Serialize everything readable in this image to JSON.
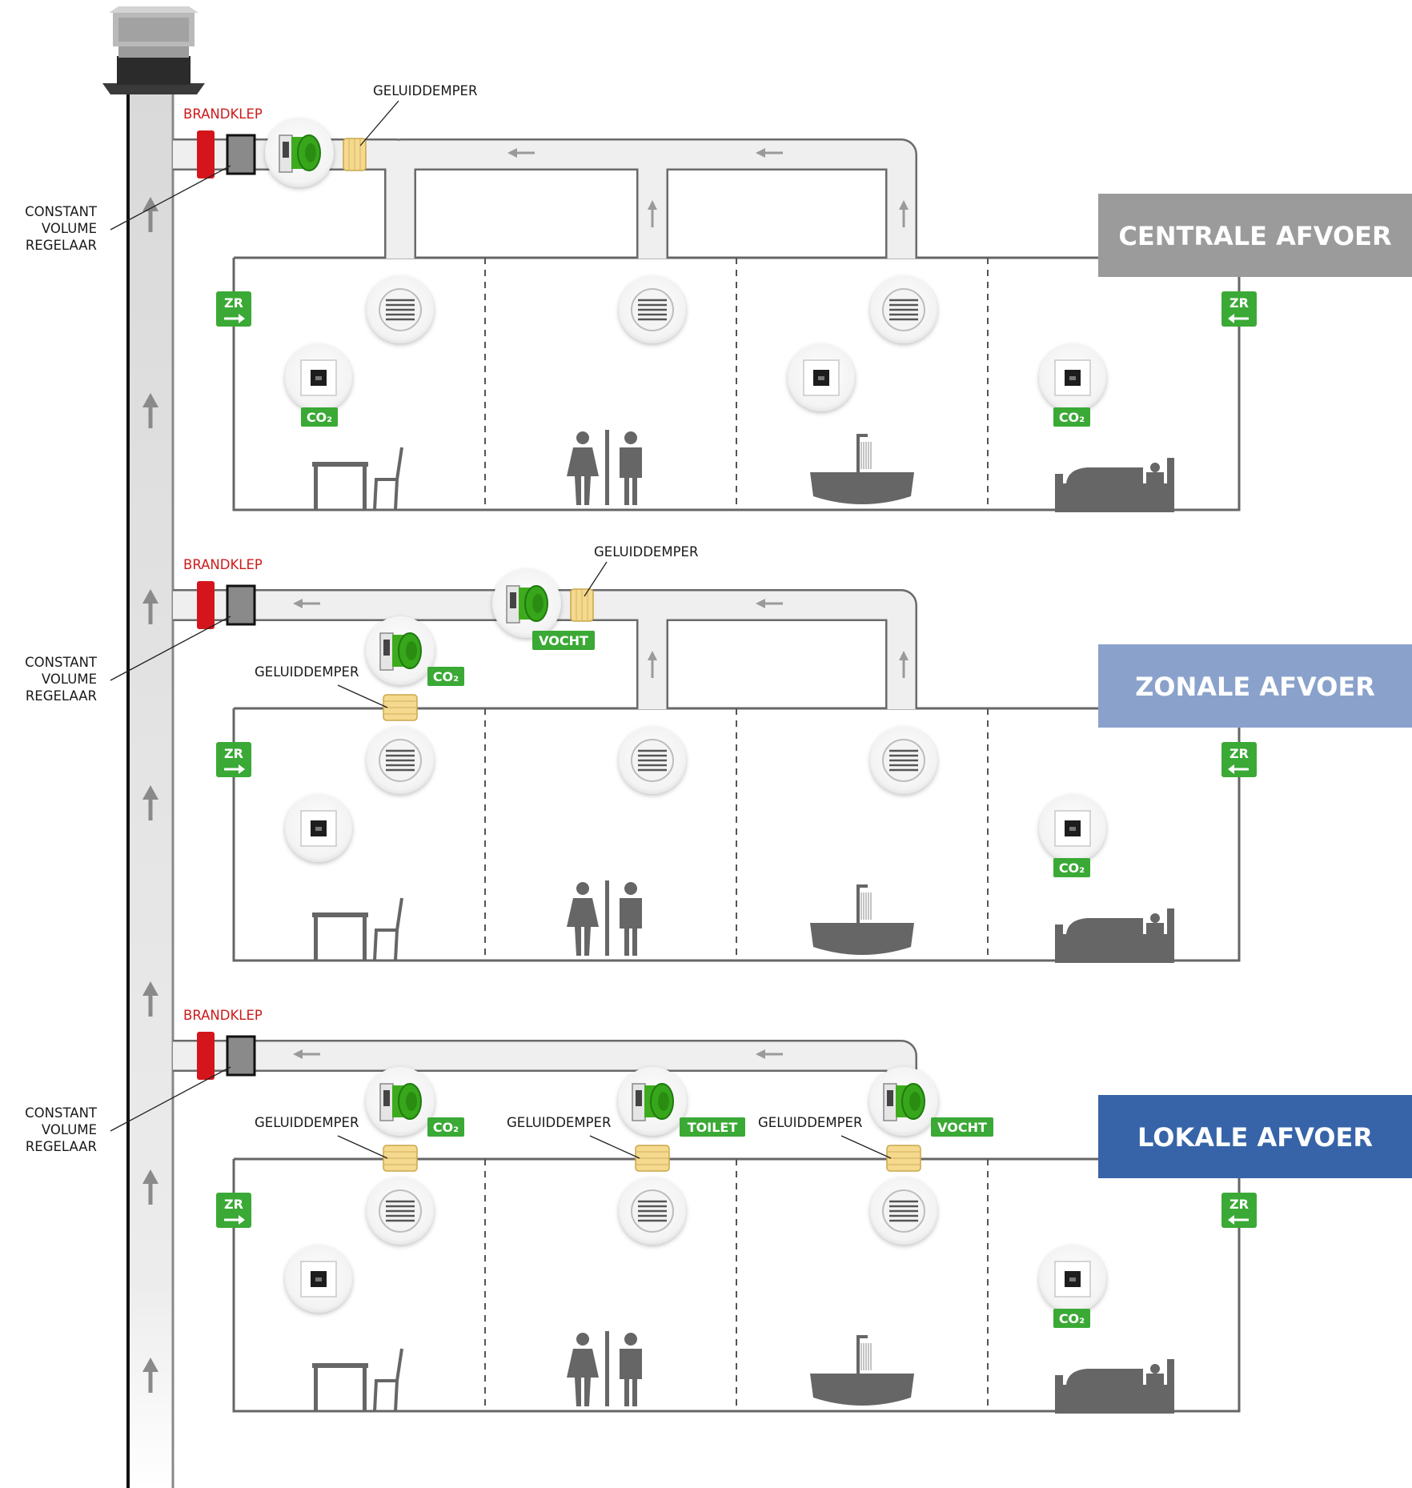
{
  "colors": {
    "green": "#3aa935",
    "fire_damper": "#d4161c",
    "silencer": "#f5d98e",
    "wall": "#666666",
    "duct": "#efefef",
    "centrale": "#9b9b9b",
    "zonale": "#8aa2cb",
    "lokale": "#3764a8"
  },
  "labels": {
    "brandklep": "BRANDKLEP",
    "geluiddemper": "GELUIDDEMPER",
    "cvr": [
      "CONSTANT",
      "VOLUME",
      "REGELAAR"
    ],
    "zr": "ZR",
    "co2": "CO₂",
    "vocht": "VOCHT",
    "toilet": "TOILET"
  },
  "floors": [
    {
      "title": "CENTRALE AFVOER",
      "title_color": "#9b9b9b"
    },
    {
      "title": "ZONALE AFVOER",
      "title_color": "#8aa2cb"
    },
    {
      "title": "LOKALE AFVOER",
      "title_color": "#3764a8"
    }
  ],
  "icons": [
    "roof-cap-icon",
    "fan-unit-icon",
    "ceiling-vent-icon",
    "co2-sensor-icon",
    "table-chair-icon",
    "toilet-people-icon",
    "bathtub-icon",
    "bed-icon",
    "arrow-icon"
  ]
}
